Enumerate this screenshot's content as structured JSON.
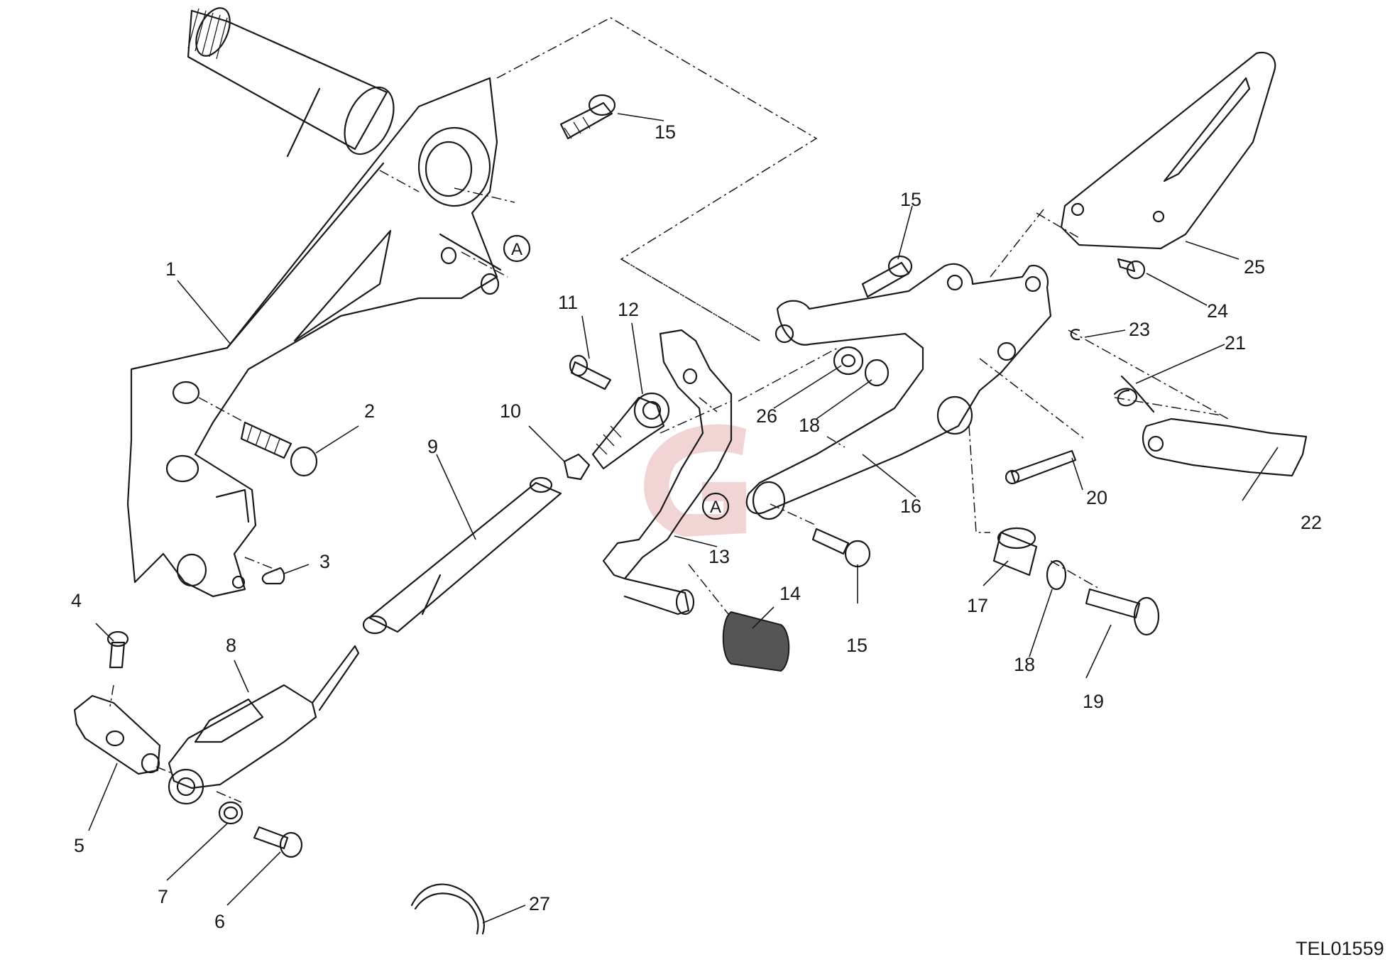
{
  "drawing_code": "TEL01559",
  "detail_marker": "A",
  "colors": {
    "line": "#1a1a1a",
    "background": "#ffffff",
    "watermark": "#d98a8a"
  },
  "part_labels": [
    {
      "id": "p1",
      "text": "1"
    },
    {
      "id": "p2",
      "text": "2"
    },
    {
      "id": "p3",
      "text": "3"
    },
    {
      "id": "p4",
      "text": "4"
    },
    {
      "id": "p5",
      "text": "5"
    },
    {
      "id": "p6",
      "text": "6"
    },
    {
      "id": "p7",
      "text": "7"
    },
    {
      "id": "p8",
      "text": "8"
    },
    {
      "id": "p9",
      "text": "9"
    },
    {
      "id": "p10",
      "text": "10"
    },
    {
      "id": "p11",
      "text": "11"
    },
    {
      "id": "p12",
      "text": "12"
    },
    {
      "id": "p13",
      "text": "13"
    },
    {
      "id": "p14",
      "text": "14"
    },
    {
      "id": "p15a",
      "text": "15"
    },
    {
      "id": "p15b",
      "text": "15"
    },
    {
      "id": "p15c",
      "text": "15"
    },
    {
      "id": "p16",
      "text": "16"
    },
    {
      "id": "p17",
      "text": "17"
    },
    {
      "id": "p18a",
      "text": "18"
    },
    {
      "id": "p18b",
      "text": "18"
    },
    {
      "id": "p19",
      "text": "19"
    },
    {
      "id": "p20",
      "text": "20"
    },
    {
      "id": "p21",
      "text": "21"
    },
    {
      "id": "p22",
      "text": "22"
    },
    {
      "id": "p23",
      "text": "23"
    },
    {
      "id": "p24",
      "text": "24"
    },
    {
      "id": "p25",
      "text": "25"
    },
    {
      "id": "p26",
      "text": "26"
    },
    {
      "id": "p27",
      "text": "27"
    }
  ]
}
